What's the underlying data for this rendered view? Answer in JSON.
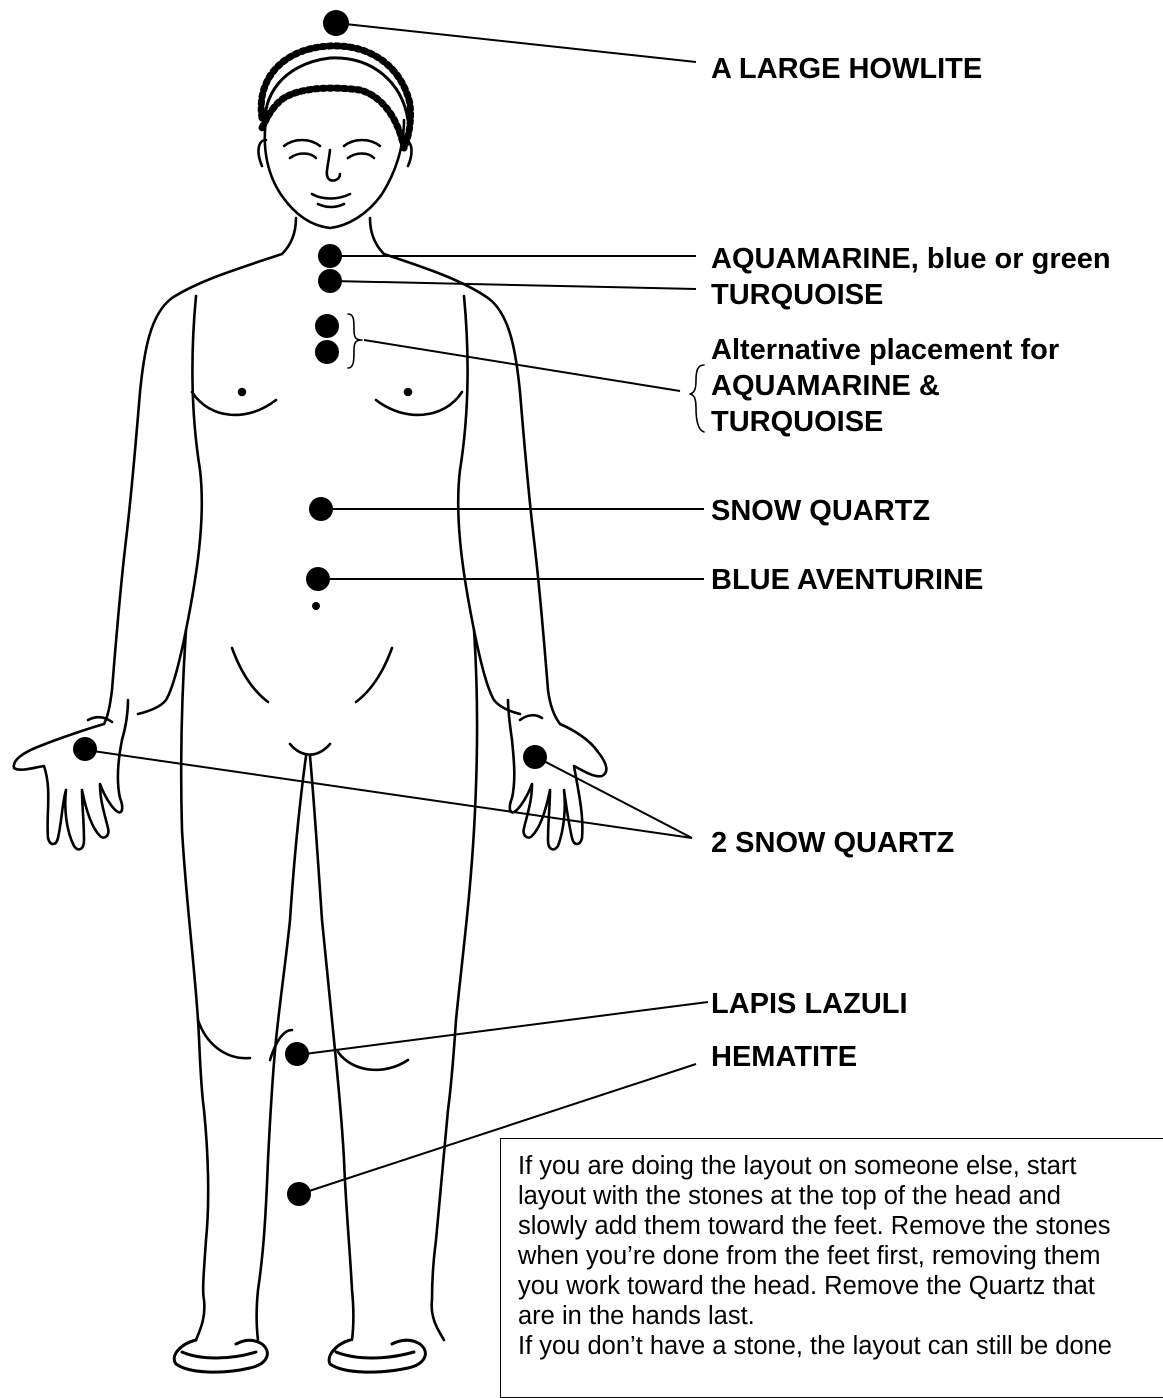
{
  "labels": {
    "howlite": "A LARGE HOWLITE",
    "aquamarine": "AQUAMARINE, blue or green",
    "turquoise": "TURQUOISE",
    "alternative_1": "Alternative placement for",
    "alternative_2": "AQUAMARINE &",
    "alternative_3": "TURQUOISE",
    "snow_quartz": "SNOW QUARTZ",
    "blue_aventurine": "BLUE AVENTURINE",
    "two_snow_quartz": "2 SNOW QUARTZ",
    "lapis_lazuli": "LAPIS LAZULI",
    "hematite": "HEMATITE"
  },
  "note": {
    "lines": [
      "If you are doing the layout on someone else, start",
      "layout with the stones at the top of the head and",
      "slowly add them toward the feet. Remove the stones",
      "when you’re done from the feet first, removing them",
      "you work toward the head. Remove the Quartz that",
      "are in the hands last.",
      "If you don’t have a stone, the layout can still be done"
    ]
  },
  "colors": {
    "ink": "#000000",
    "paper": "#ffffff"
  }
}
